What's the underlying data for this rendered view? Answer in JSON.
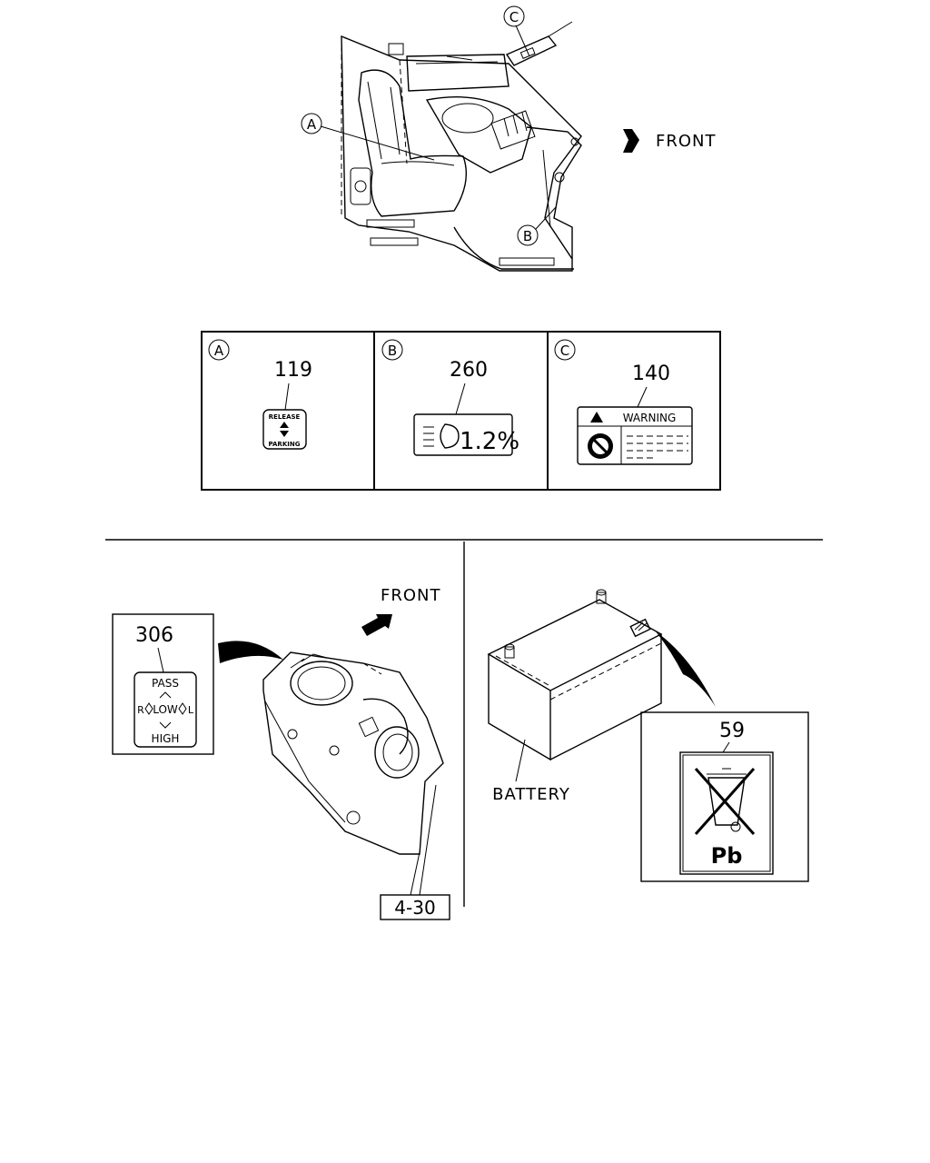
{
  "cab_view": {
    "callouts": [
      "C",
      "A",
      "B"
    ],
    "direction_label": "FRONT"
  },
  "label_table": {
    "cells": [
      {
        "letter": "A",
        "part_number": "119",
        "label_lines": [
          "RELEASE",
          "PARKING"
        ]
      },
      {
        "letter": "B",
        "part_number": "260",
        "label_text": "1.2%"
      },
      {
        "letter": "C",
        "part_number": "140",
        "label_text": "WARNING"
      }
    ]
  },
  "switch_view": {
    "part_number": "306",
    "label": {
      "top": "PASS",
      "left": "R",
      "middle": "LOW",
      "right": "L",
      "bottom": "HIGH"
    },
    "direction_label": "FRONT",
    "reference": "4-30"
  },
  "battery_view": {
    "battery_label": "BATTERY",
    "part_number": "59",
    "label_text": "Pb"
  }
}
